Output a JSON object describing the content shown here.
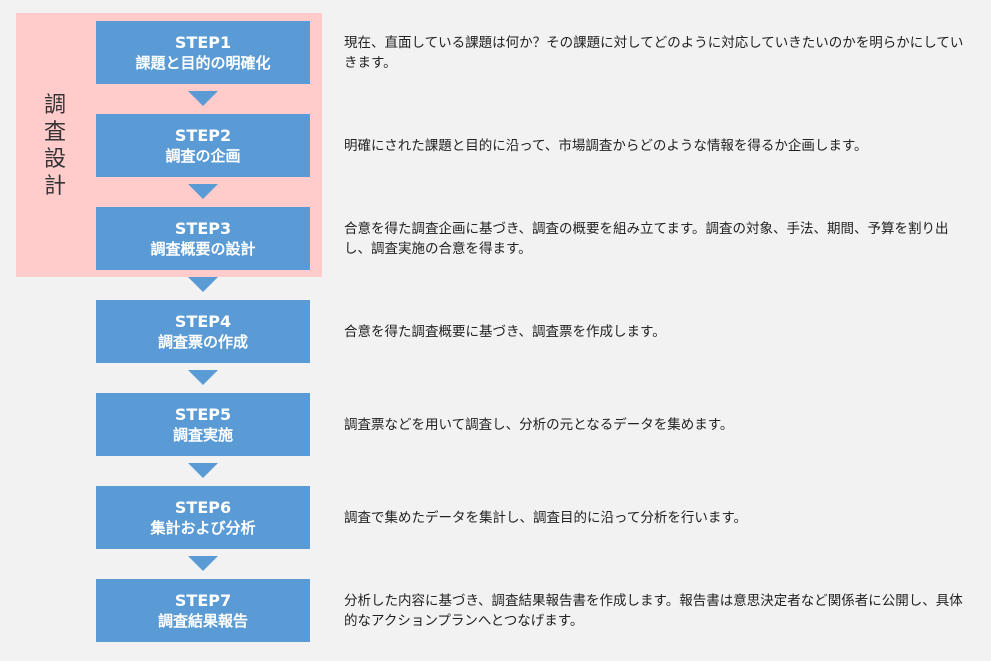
{
  "group_label": "調査設計",
  "steps": [
    {
      "step": "STEP1",
      "title": "課題と目的の明確化",
      "description": "現在、直面している課題は何か？その課題に対してどのように対応していきたいのかを明らかにしていきます。"
    },
    {
      "step": "STEP2",
      "title": "調査の企画",
      "description": "明確にされた課題と目的に沿って、市場調査からどのような情報を得るか企画します。"
    },
    {
      "step": "STEP3",
      "title": "調査概要の設計",
      "description": "合意を得た調査企画に基づき、調査の概要を組み立てます。調査の対象、手法、期間、予算を割り出し、調査実施の合意を得ます。"
    },
    {
      "step": "STEP4",
      "title": "調査票の作成",
      "description": "合意を得た調査概要に基づき、調査票を作成します。"
    },
    {
      "step": "STEP5",
      "title": "調査実施",
      "description": "調査票などを用いて調査し、分析の元となるデータを集めます。"
    },
    {
      "step": "STEP6",
      "title": "集計および分析",
      "description": "調査で集めたデータを集計し、調査目的に沿って分析を行います。"
    },
    {
      "step": "STEP7",
      "title": "調査結果報告",
      "description": "分析した内容に基づき、調査結果報告書を作成します。報告書は意思決定者など関係者に公開し、具体的なアクションプランへとつなげます。"
    }
  ],
  "colors": {
    "background": "#f2f2f2",
    "step_box": "#5b9bd5",
    "group_highlight": "#ffcbcb"
  }
}
